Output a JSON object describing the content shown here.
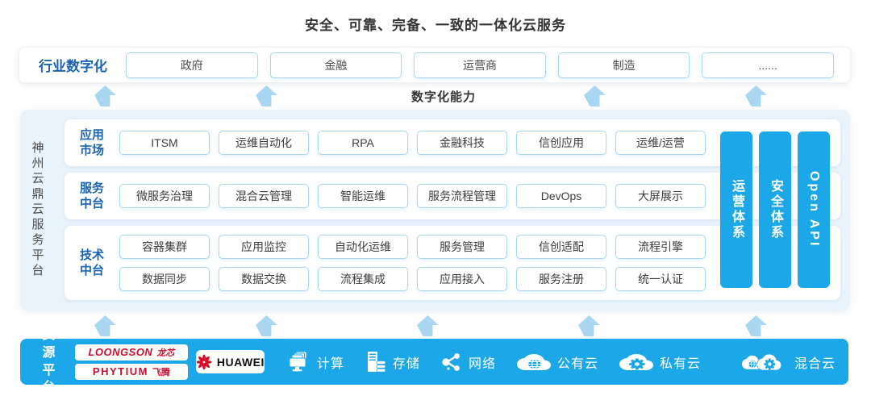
{
  "title": "安全、可靠、完备、一致的一体化云服务",
  "industry": {
    "label": "行业数字化",
    "items": [
      "政府",
      "金融",
      "运营商",
      "制造",
      "......"
    ]
  },
  "capability_label": "数字化能力",
  "platform": {
    "vertical_title": "神州云鼎云服务平台",
    "rows": [
      {
        "label_top": "应用",
        "label_bottom": "市场",
        "items": [
          "ITSM",
          "运维自动化",
          "RPA",
          "金融科技",
          "信创应用",
          "运维/运营"
        ]
      },
      {
        "label_top": "服务",
        "label_bottom": "中台",
        "items": [
          "微服务治理",
          "混合云管理",
          "智能运维",
          "服务流程管理",
          "DevOps",
          "大屏展示"
        ]
      },
      {
        "label_top": "技术",
        "label_bottom": "中台",
        "items_top": [
          "容器集群",
          "应用监控",
          "自动化运维",
          "服务管理",
          "信创适配",
          "流程引擎"
        ],
        "items_bottom": [
          "数据同步",
          "数据交换",
          "流程集成",
          "应用接入",
          "服务注册",
          "统一认证"
        ]
      }
    ],
    "side_bars": [
      "运营体系",
      "安全体系",
      "Open API"
    ]
  },
  "resource": {
    "label_top": "资源",
    "label_bottom": "平台",
    "loongson_en": "LOONGSON",
    "loongson_cn": "龙芯",
    "phytium_en": "PHYTIUM",
    "phytium_cn": "飞腾",
    "huawei": "HUAWEI",
    "items": [
      {
        "icon": "compute-icon",
        "label": "计算"
      },
      {
        "icon": "storage-icon",
        "label": "存储"
      },
      {
        "icon": "network-icon",
        "label": "网络"
      },
      {
        "icon": "public-cloud-icon",
        "label": "公有云"
      },
      {
        "icon": "private-cloud-icon",
        "label": "私有云"
      },
      {
        "icon": "hybrid-cloud-icon",
        "label": "混合云"
      }
    ]
  },
  "colors": {
    "accent_blue": "#1ba7e8",
    "arrow_light_blue": "#a9d6f0",
    "panel_light_blue": "#e9f3fb",
    "label_blue": "#1b64b1",
    "box_border_blue": "#a9d6ee",
    "vendor_red": "#c8102e",
    "huawei_red": "#d50f2c",
    "text_dark": "#333333"
  }
}
